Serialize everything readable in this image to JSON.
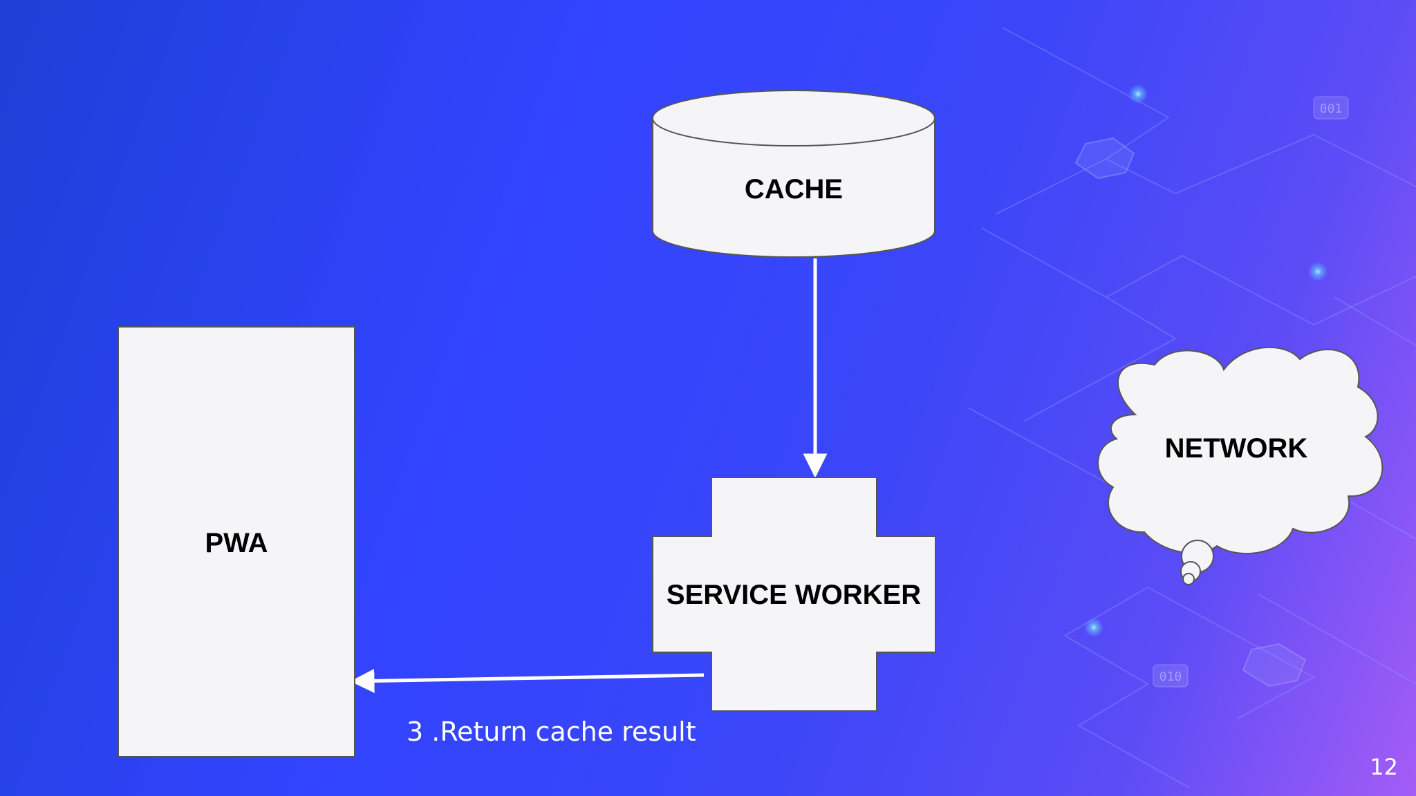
{
  "colors": {
    "node_fill": "#f5f5f7",
    "node_stroke": "#555555",
    "arrow": "#ffffff",
    "text_dark": "#000000",
    "text_light": "#ffffff"
  },
  "diagram": {
    "nodes": {
      "cache": {
        "label": "CACHE",
        "shape": "cylinder"
      },
      "service_worker": {
        "label": "SERVICE WORKER",
        "shape": "cross"
      },
      "pwa": {
        "label": "PWA",
        "shape": "rectangle"
      },
      "network": {
        "label": "NETWORK",
        "shape": "cloud"
      }
    },
    "edges": [
      {
        "from": "cache",
        "to": "service_worker",
        "label": ""
      },
      {
        "from": "service_worker",
        "to": "pwa",
        "label": "3 .Return cache result"
      }
    ]
  },
  "background": {
    "deco_codes": [
      "001",
      "010"
    ]
  },
  "slide": {
    "page_number": "12"
  }
}
